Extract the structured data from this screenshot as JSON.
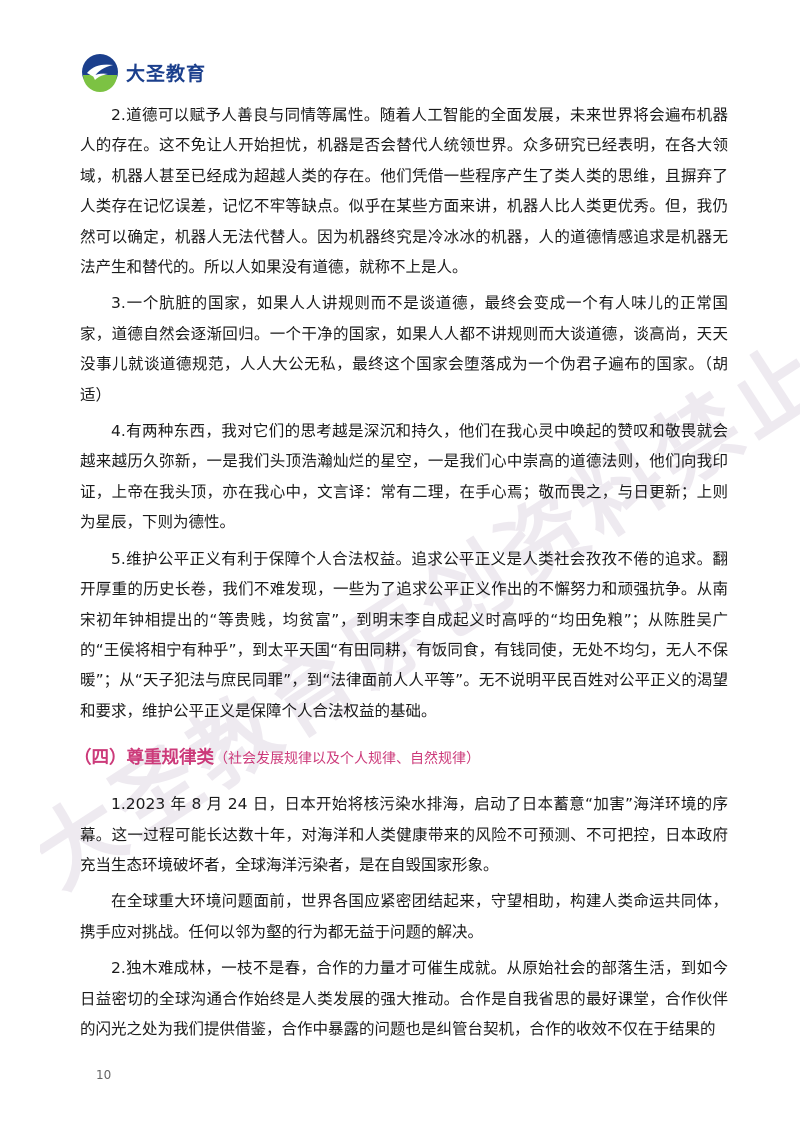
{
  "header": {
    "brand_name": "大圣教育",
    "logo_icon": "bird-globe-logo-icon",
    "brand_color": "#1b3f8c"
  },
  "watermark": {
    "text": "大圣教育原创资料禁止外传",
    "color": "#ece7ee"
  },
  "body": {
    "paragraphs_before": [
      "2.道德可以赋予人善良与同情等属性。随着人工智能的全面发展，未来世界将会遍布机器人的存在。这不免让人开始担忧，机器是否会替代人统领世界。众多研究已经表明，在各大领域，机器人甚至已经成为超越人类的存在。他们凭借一些程序产生了类人类的思维，且摒弃了人类存在记忆误差，记忆不牢等缺点。似乎在某些方面来讲，机器人比人类更优秀。但，我仍然可以确定，机器人无法代替人。因为机器终究是冷冰冰的机器，人的道德情感追求是机器无法产生和替代的。所以人如果没有道德，就称不上是人。",
      "3.一个肮脏的国家，如果人人讲规则而不是谈道德，最终会变成一个有人味儿的正常国家，道德自然会逐渐回归。一个干净的国家，如果人人都不讲规则而大谈道德，谈高尚，天天没事儿就谈道德规范，人人大公无私，最终这个国家会堕落成为一个伪君子遍布的国家。（胡适）",
      "4.有两种东西，我对它们的思考越是深沉和持久，他们在我心灵中唤起的赞叹和敬畏就会越来越历久弥新，一是我们头顶浩瀚灿烂的星空，一是我们心中崇高的道德法则，他们向我印证，上帝在我头顶，亦在我心中，文言译：常有二理，在手心焉；敬而畏之，与日更新；上则为星辰，下则为德性。",
      "5.维护公平正义有利于保障个人合法权益。追求公平正义是人类社会孜孜不倦的追求。翻开厚重的历史长卷，我们不难发现，一些为了追求公平正义作出的不懈努力和顽强抗争。从南宋初年钟相提出的“等贵贱，均贫富”，到明末李自成起义时高呼的“均田免粮”；从陈胜吴广的“王侯将相宁有种乎”，到太平天国“有田同耕，有饭同食，有钱同使，无处不均匀，无人不保暖”；从“天子犯法与庶民同罪”，到“法律面前人人平等”。无不说明平民百姓对公平正义的渴望和要求，维护公平正义是保障个人合法权益的基础。"
    ],
    "section": {
      "title": "（四）尊重规律类",
      "note": "（社会发展规律以及个人规律、自然规律）",
      "color": "#cc3a7a"
    },
    "paragraphs_after": [
      "1.2023 年 8 月 24 日，日本开始将核污染水排海，启动了日本蓄意“加害”海洋环境的序幕。这一过程可能长达数十年，对海洋和人类健康带来的风险不可预测、不可把控，日本政府充当生态环境破坏者，全球海洋污染者，是在自毁国家形象。",
      "在全球重大环境问题面前，世界各国应紧密团结起来，守望相助，构建人类命运共同体，携手应对挑战。任何以邻为壑的行为都无益于问题的解决。",
      "2.独木难成林，一枝不是春，合作的力量才可催生成就。从原始社会的部落生活，到如今日益密切的全球沟通合作始终是人类发展的强大推动。合作是自我省思的最好课堂，合作伙伴的闪光之处为我们提供借鉴，合作中暴露的问题也是纠管台契机，合作的收效不仅在于结果的"
    ]
  },
  "footer": {
    "page_number": "10"
  }
}
